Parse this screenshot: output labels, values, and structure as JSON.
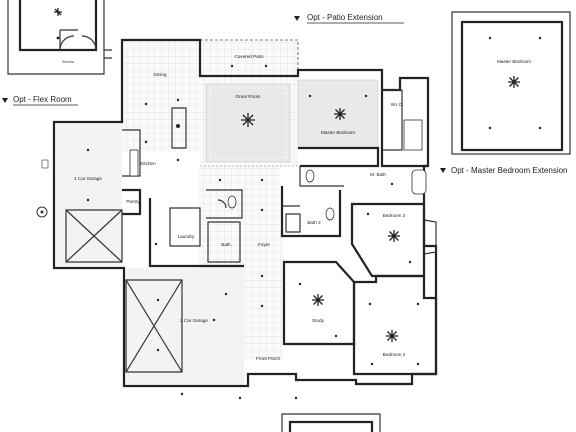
{
  "callouts": {
    "patio_extension": "Opt - Patio Extension",
    "flex_room": "Opt - Flex Room",
    "master_bedroom_extension": "Opt - Master Bedroom Extension"
  },
  "rooms": {
    "covered_patio": "Covered Patio",
    "dining": "Dining",
    "great_room": "Great Room",
    "master_bedroom": "Master Bedroom",
    "wic": "W.I.C.",
    "m_bath": "M. Bath",
    "kitchen": "Kitchen",
    "pantry": "Pantry",
    "laundry": "Laundry",
    "bath": "Bath",
    "foyer": "Foyer",
    "bath_2": "Bath 2",
    "bedroom_3": "Bedroom 3",
    "bedroom_2": "Bedroom 2",
    "study": "Study",
    "garage_1": "1 Car Garage",
    "garage_2": "2 Car Garage",
    "front_porch": "Front Porch",
    "master_bedroom_ext": "Master Bedroom",
    "window": "Window"
  }
}
